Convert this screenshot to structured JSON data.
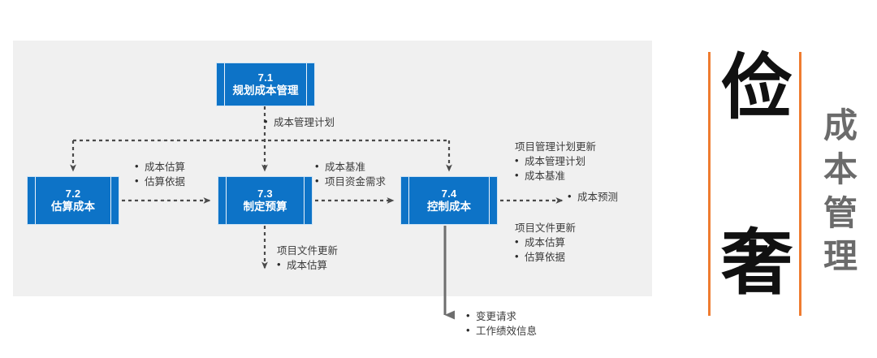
{
  "diagram": {
    "title_area_bg": "#f0f0f0",
    "accent_blue": "#0d73c7",
    "accent_orange": "#ef7c30",
    "boxes": [
      {
        "id": "7.1",
        "num": "7.1",
        "name": "规划成本管理"
      },
      {
        "id": "7.2",
        "num": "7.2",
        "name": "估算成本"
      },
      {
        "id": "7.3",
        "num": "7.3",
        "name": "制定预算"
      },
      {
        "id": "7.4",
        "num": "7.4",
        "name": "控制成本"
      }
    ],
    "annotations": {
      "cost_management_plan": {
        "items": [
          "成本管理计划"
        ]
      },
      "estimates": {
        "items": [
          "成本估算",
          "估算依据"
        ]
      },
      "baseline": {
        "items": [
          "成本基准",
          "项目资金需求"
        ]
      },
      "project_docs_update_1": {
        "header": "项目文件更新",
        "items": [
          "成本估算"
        ]
      },
      "pm_plan_update": {
        "header": "项目管理计划更新",
        "items": [
          "成本管理计划",
          "成本基准"
        ]
      },
      "forecast": {
        "items": [
          "成本预测"
        ]
      },
      "project_docs_update_2": {
        "header": "项目文件更新",
        "items": [
          "成本估算",
          "估算依据"
        ]
      },
      "change_requests": {
        "items": [
          "变更请求",
          "工作绩效信息"
        ]
      }
    }
  },
  "poster": {
    "char_top": "俭",
    "char_bottom": "奢",
    "vertical_title": "成本管理",
    "vertical_title_chars": [
      "成",
      "本",
      "管",
      "理"
    ]
  }
}
